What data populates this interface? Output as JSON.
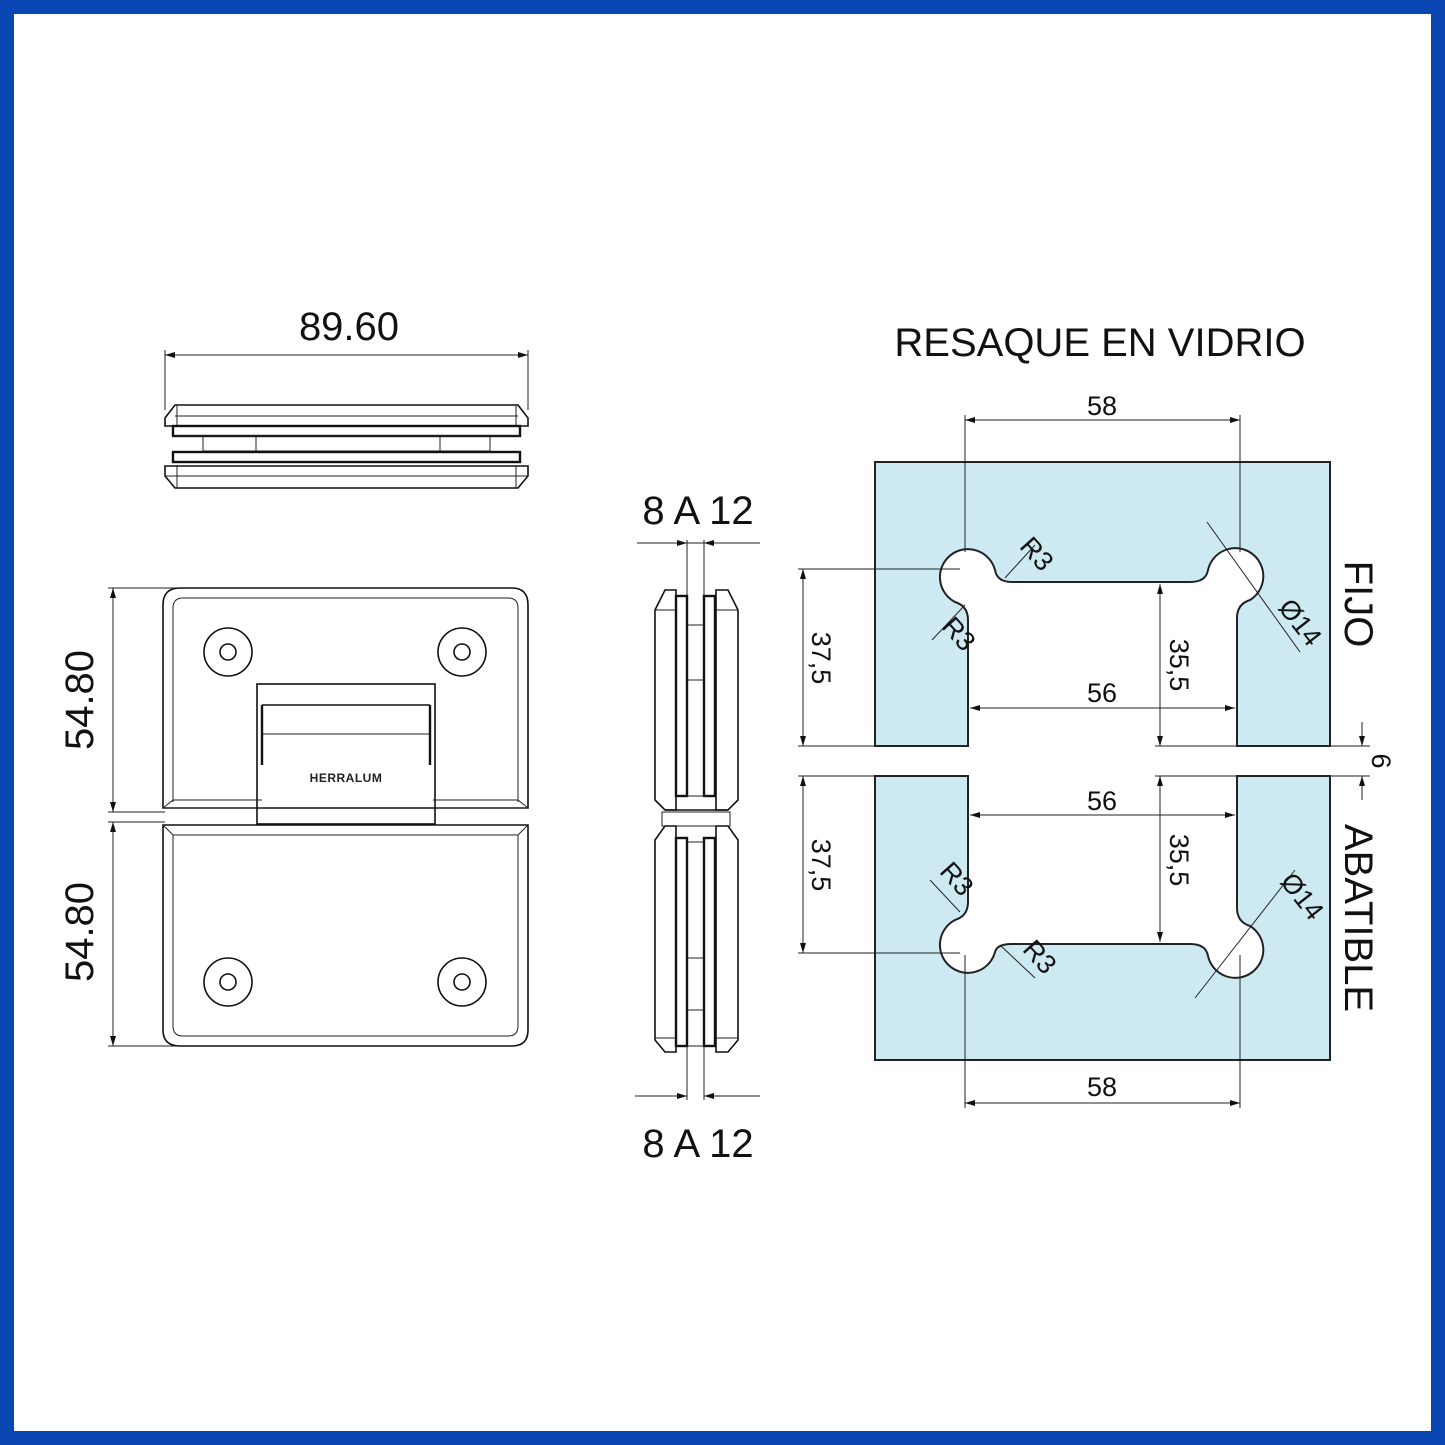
{
  "colors": {
    "frame_border": "#0a47b3",
    "glass_fill": "#cde9f2",
    "line": "#111111",
    "background": "#ffffff"
  },
  "hinge_top_view": {
    "width_dimension": "89.60"
  },
  "hinge_front_view": {
    "upper_height_dimension": "54.80",
    "lower_height_dimension": "54.80",
    "brand_mark": "HERRALUM"
  },
  "hinge_side_view": {
    "glass_thickness_top": "8 A 12",
    "glass_thickness_bottom": "8 A 12"
  },
  "glass_cutout": {
    "title": "RESAQUE EN VIDRIO",
    "gap_dimension": "6",
    "fixed_panel": {
      "label": "FIJO",
      "outer_width": "58",
      "inner_width": "56",
      "center_height": "37,5",
      "inner_height": "35,5",
      "radius_top": "R3",
      "radius_side": "R3",
      "hole_diameter": "Ø14"
    },
    "swing_panel": {
      "label": "ABATIBLE",
      "outer_width": "58",
      "inner_width": "56",
      "center_height": "37,5",
      "inner_height": "35,5",
      "radius_bottom": "R3",
      "radius_side": "R3",
      "hole_diameter": "Ø14"
    }
  }
}
